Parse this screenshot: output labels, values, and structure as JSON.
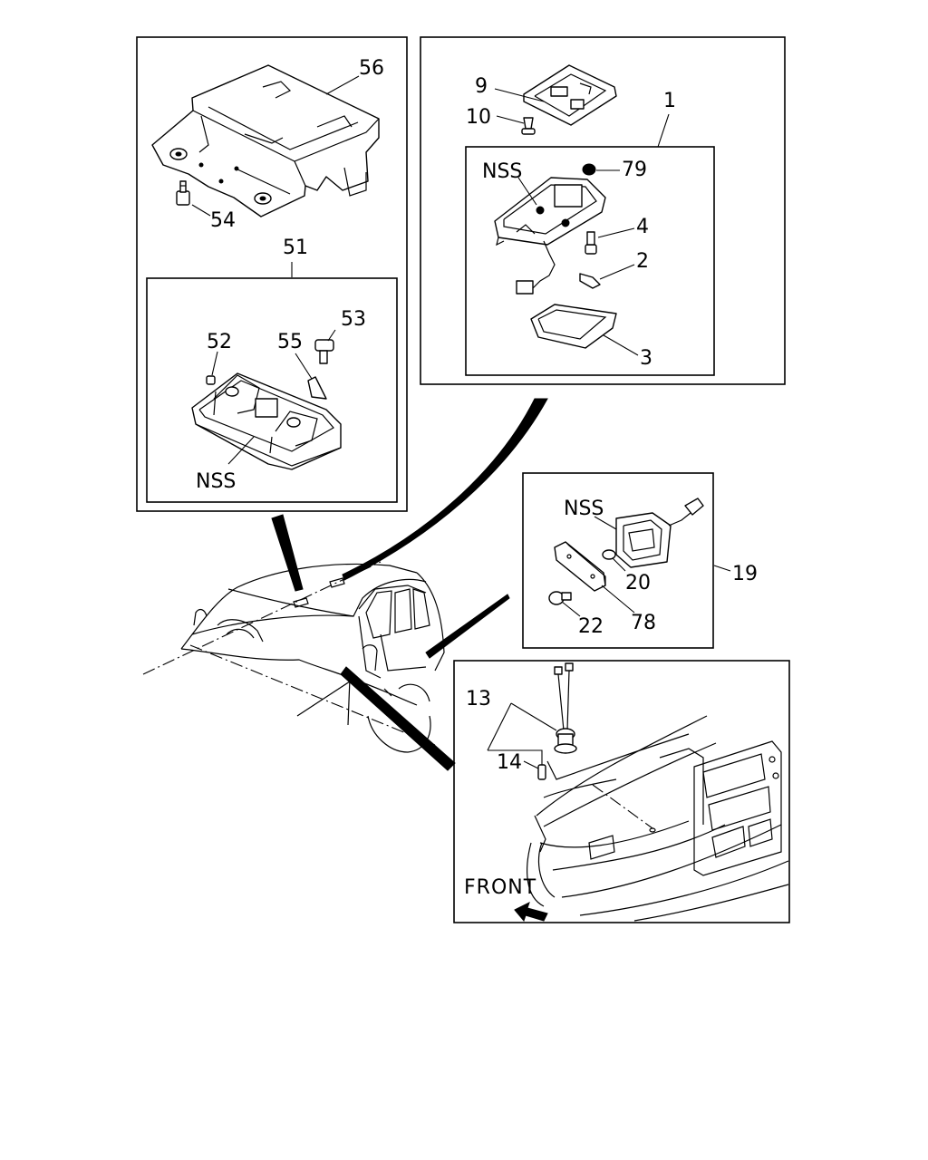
{
  "callouts": {
    "p56": "56",
    "p54": "54",
    "p51": "51",
    "p53": "53",
    "p52": "52",
    "p55": "55",
    "nss_map_lamp": "NSS",
    "p9": "9",
    "p10": "10",
    "p1": "1",
    "nss_dome_lamp": "NSS",
    "p79": "79",
    "p4": "4",
    "p2": "2",
    "p3": "3",
    "nss_cargo_lamp": "NSS",
    "p20": "20",
    "p19": "19",
    "p22": "22",
    "p78": "78",
    "p13": "13",
    "p14": "14",
    "front": "FRONT"
  }
}
